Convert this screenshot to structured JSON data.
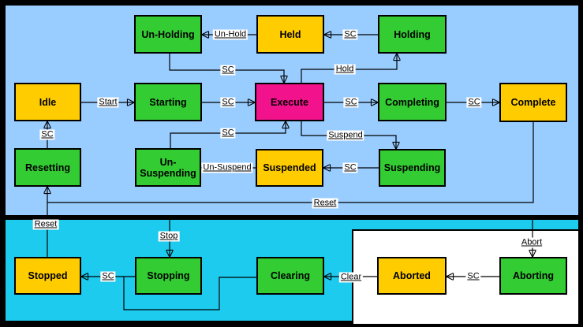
{
  "colors": {
    "acting_state": "#33CC33",
    "waiting_state": "#FFCC00",
    "execute_state": "#F2128C",
    "upper_region_bg": "#99CCFF",
    "lower_region_bg": "#1CCBEE",
    "abort_region_bg": "#FFFFFF",
    "line": "#000000"
  },
  "states": {
    "un_holding": {
      "label": "Un-Holding",
      "kind": "acting"
    },
    "held": {
      "label": "Held",
      "kind": "waiting"
    },
    "holding": {
      "label": "Holding",
      "kind": "acting"
    },
    "idle": {
      "label": "Idle",
      "kind": "waiting"
    },
    "starting": {
      "label": "Starting",
      "kind": "acting"
    },
    "execute": {
      "label": "Execute",
      "kind": "execute"
    },
    "completing": {
      "label": "Completing",
      "kind": "acting"
    },
    "complete": {
      "label": "Complete",
      "kind": "waiting"
    },
    "resetting": {
      "label": "Resetting",
      "kind": "acting"
    },
    "un_suspending": {
      "label": "Un-Suspending",
      "kind": "acting"
    },
    "suspended": {
      "label": "Suspended",
      "kind": "waiting"
    },
    "suspending": {
      "label": "Suspending",
      "kind": "acting"
    },
    "stopped": {
      "label": "Stopped",
      "kind": "waiting"
    },
    "stopping": {
      "label": "Stopping",
      "kind": "acting"
    },
    "clearing": {
      "label": "Clearing",
      "kind": "acting"
    },
    "aborted": {
      "label": "Aborted",
      "kind": "waiting"
    },
    "aborting": {
      "label": "Aborting",
      "kind": "acting"
    }
  },
  "transitions": {
    "held_to_unholding": {
      "command": "Un-Hold"
    },
    "holding_to_held": {
      "command": "SC"
    },
    "unholding_to_execute": {
      "command": "SC"
    },
    "execute_to_holding": {
      "command": "Hold"
    },
    "idle_to_starting": {
      "command": "Start"
    },
    "starting_to_execute": {
      "command": "SC"
    },
    "execute_to_completing": {
      "command": "SC"
    },
    "completing_to_complete": {
      "command": "SC"
    },
    "resetting_to_idle": {
      "command": "SC"
    },
    "unsuspending_to_execute": {
      "command": "SC"
    },
    "execute_to_suspending": {
      "command": "Suspend"
    },
    "suspending_to_suspended": {
      "command": "SC"
    },
    "suspended_to_unsuspending": {
      "command": "Un-Suspend"
    },
    "complete_to_resetting": {
      "command": "Reset"
    },
    "stopped_to_resetting": {
      "command": "Reset"
    },
    "region_to_stopping": {
      "command": "Stop"
    },
    "stopping_to_stopped": {
      "command": "SC"
    },
    "aborted_to_clearing": {
      "command": "Clear"
    },
    "aborting_to_aborted": {
      "command": "SC"
    },
    "region_to_aborting": {
      "command": "Abort"
    }
  }
}
